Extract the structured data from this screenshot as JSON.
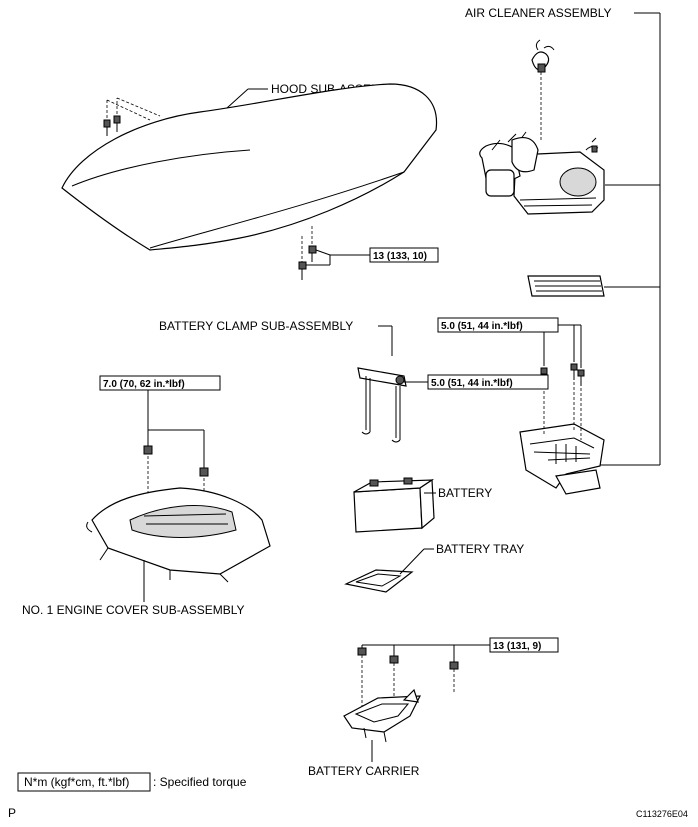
{
  "labels": {
    "air_cleaner": "AIR CLEANER ASSEMBLY",
    "hood": "HOOD SUB-ASSEMBLY",
    "battery_clamp": "BATTERY CLAMP SUB-ASSEMBLY",
    "battery": "BATTERY",
    "battery_tray": "BATTERY TRAY",
    "engine_cover": "NO. 1 ENGINE COVER SUB-ASSEMBLY",
    "battery_carrier": "BATTERY CARRIER"
  },
  "torques": {
    "hood": "13 (133, 10)",
    "air_cleaner": "5.0 (51, 44 in.*lbf)",
    "clamp": "5.0 (51, 44 in.*lbf)",
    "engine_cover": "7.0 (70, 62 in.*lbf)",
    "carrier": "13 (131, 9)"
  },
  "legend": {
    "unit_box": "N*m (kgf*cm, ft.*lbf)",
    "text": ": Specified torque"
  },
  "footer": {
    "left": "P",
    "right": "C113276E04"
  }
}
